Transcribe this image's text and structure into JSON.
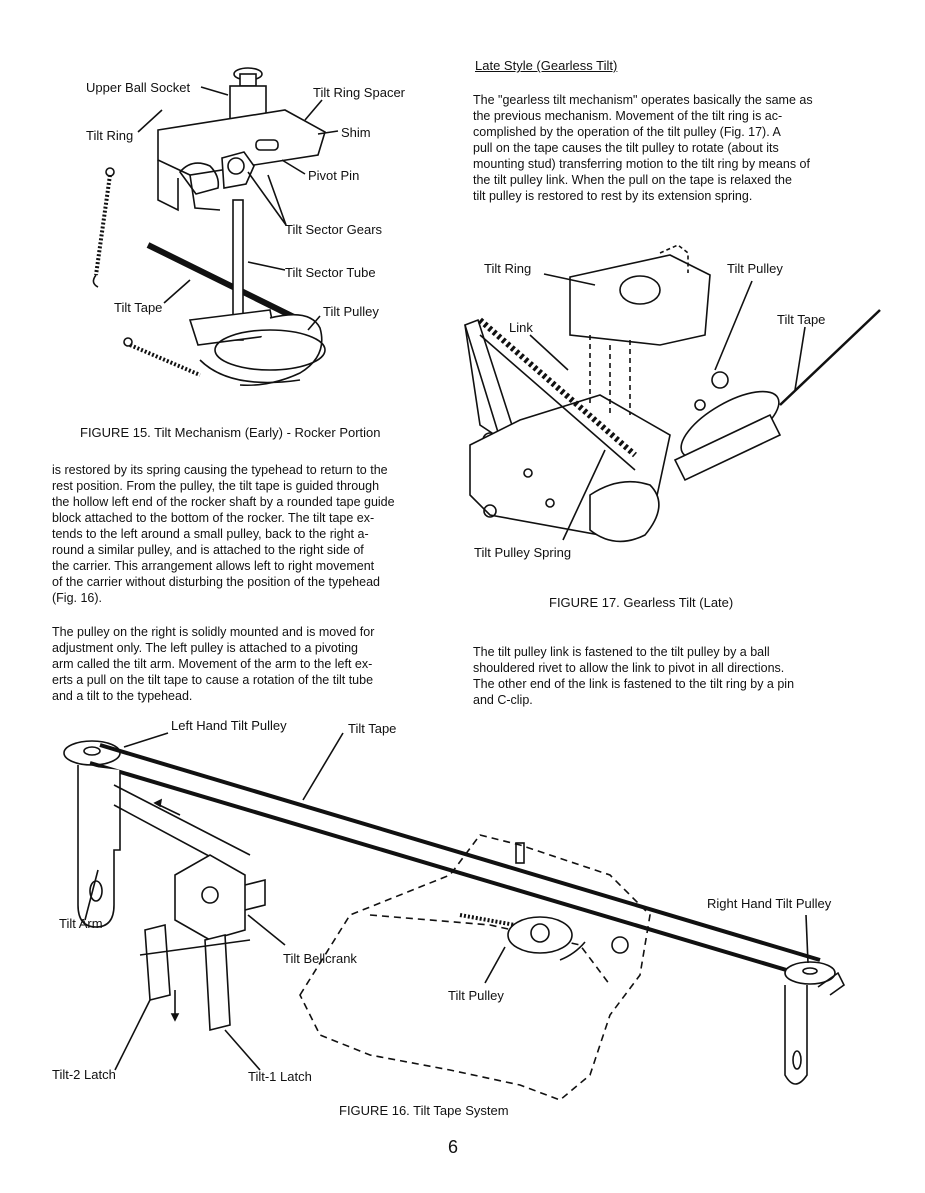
{
  "figure15": {
    "labels": {
      "upper_ball_socket": "Upper Ball Socket",
      "tilt_ring_spacer": "Tilt Ring Spacer",
      "tilt_ring": "Tilt Ring",
      "shim": "Shim",
      "pivot_pin": "Pivot Pin",
      "tilt_sector_gears": "Tilt Sector Gears",
      "tilt_sector_tube": "Tilt Sector Tube",
      "tilt_tape": "Tilt Tape",
      "tilt_pulley": "Tilt Pulley"
    },
    "caption": "FIGURE 15.   Tilt Mechanism (Early) - Rocker Portion"
  },
  "late_style": {
    "heading": "Late Style (Gearless Tilt)",
    "paragraph": "The \"gearless tilt mechanism\" operates basically the same as\nthe previous mechanism.  Movement of the tilt ring is ac-\ncomplished by the operation of the tilt pulley (Fig. 17).  A\npull on the tape causes the tilt pulley to rotate (about its\nmounting stud) transferring motion to the tilt ring by means of\nthe tilt pulley link.  When the pull on the tape is relaxed the\ntilt pulley is restored to rest by its extension spring."
  },
  "figure17": {
    "labels": {
      "tilt_ring": "Tilt Ring",
      "tilt_pulley": "Tilt Pulley",
      "tilt_tape": "Tilt Tape",
      "link": "Link",
      "tilt_pulley_spring": "Tilt Pulley Spring"
    },
    "caption": "FIGURE 17.   Gearless Tilt (Late)"
  },
  "left_column": {
    "paragraph1": "is restored by its spring causing the typehead to return to the\nrest position.  From the pulley, the tilt tape is guided through\nthe hollow left end of the rocker shaft by a rounded tape guide\nblock attached to the bottom of the rocker.  The tilt tape ex-\ntends to the left around a small pulley, back to the right a-\nround a similar pulley, and is attached to the right side of\nthe carrier.  This arrangement allows left to right movement\nof the carrier without disturbing the position of the typehead\n(Fig. 16).",
    "paragraph2": "The pulley on the right is solidly mounted and is moved for\nadjustment only.  The left pulley is attached to a pivoting\narm called the tilt arm.  Movement of the arm to the left ex-\nerts a pull on the tilt tape to cause a rotation of the tilt tube\nand a tilt to the typehead."
  },
  "right_column": {
    "paragraph": "The tilt pulley link is fastened to the tilt pulley by a ball\nshouldered rivet to allow the link to pivot in all directions.\nThe other end of the link is fastened to the tilt ring by a pin\nand C-clip."
  },
  "figure16": {
    "labels": {
      "left_hand_tilt_pulley": "Left Hand Tilt Pulley",
      "tilt_tape": "Tilt Tape",
      "right_hand_tilt_pulley": "Right Hand Tilt Pulley",
      "tilt_arm": "Tilt Arm",
      "tilt_bellcrank": "Tilt Bellcrank",
      "tilt_pulley": "Tilt Pulley",
      "tilt2_latch": "Tilt-2 Latch",
      "tilt1_latch": "Tilt-1 Latch"
    },
    "caption": "FIGURE 16.   Tilt Tape System"
  },
  "page_number": "6"
}
